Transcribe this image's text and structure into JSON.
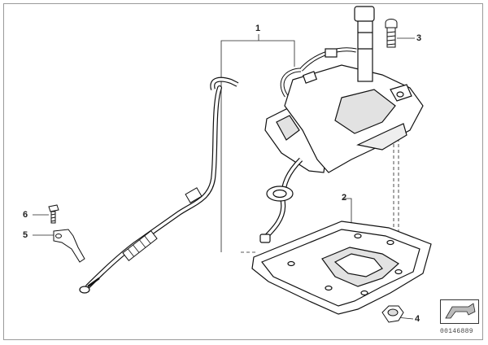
{
  "callouts": {
    "c1": "1",
    "c2": "2",
    "c3": "3",
    "c4": "4",
    "c5": "5",
    "c6": "6"
  },
  "footer": {
    "part_number": "00146889"
  },
  "icons": {
    "nav": "directional-arrow-icon"
  },
  "colors": {
    "line": "#111111",
    "frame": "#9a9a9a",
    "shade": "#d9d9d9"
  }
}
